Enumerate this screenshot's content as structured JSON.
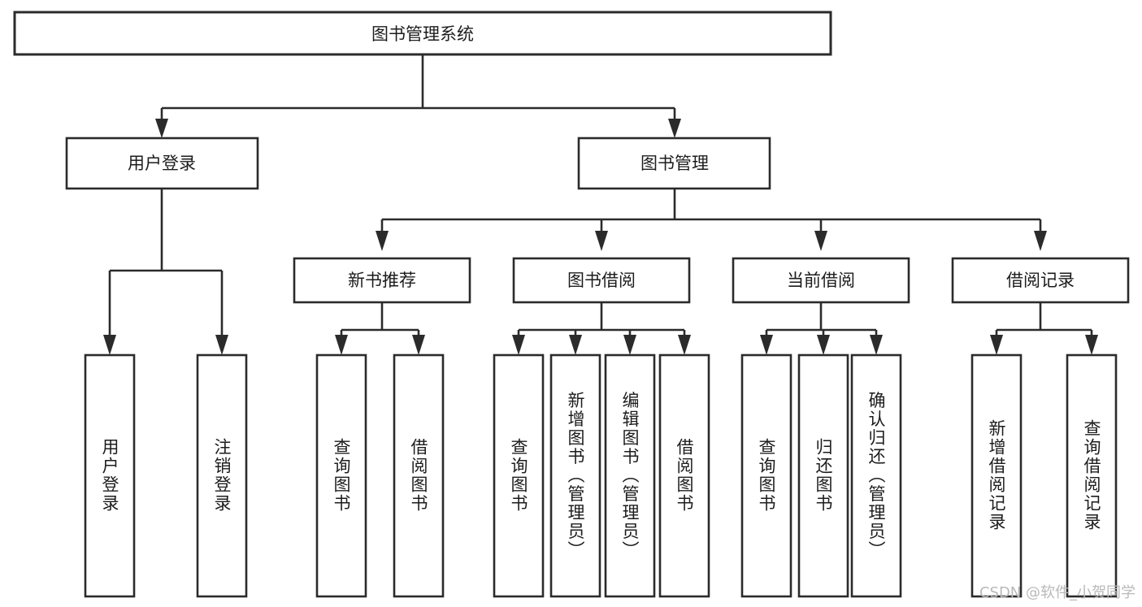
{
  "diagram": {
    "type": "tree",
    "title": "图书管理系统",
    "orientation": "top-down",
    "watermark": "CSDN @软件_小贺同学",
    "colors": {
      "stroke": "#2b2b2b",
      "fill": "#ffffff",
      "text": "#1c1c1c",
      "watermark": "#b9b9b9",
      "background": "#ffffff"
    },
    "levels": {
      "root": [
        "图书管理系统"
      ],
      "level2": [
        "用户登录",
        "图书管理"
      ],
      "level3": [
        "新书推荐",
        "图书借阅",
        "当前借阅",
        "借阅记录"
      ],
      "leaves": [
        "用户登录",
        "注销登录",
        "查询图书",
        "借阅图书",
        "查询图书",
        "新增图书（管理员）",
        "编辑图书（管理员）",
        "借阅图书",
        "查询图书",
        "归还图书",
        "确认归还（管理员）",
        "新增借阅记录",
        "查询借阅记录"
      ]
    },
    "nodes": {
      "root": {
        "label": "图书管理系统"
      },
      "user_login": {
        "label": "用户登录"
      },
      "book_manage": {
        "label": "图书管理"
      },
      "new_book_rec": {
        "label": "新书推荐"
      },
      "book_borrow": {
        "label": "图书借阅"
      },
      "current_borrow": {
        "label": "当前借阅"
      },
      "borrow_record": {
        "label": "借阅记录"
      },
      "leaf_user_login": {
        "label": "用户登录"
      },
      "leaf_logout": {
        "label": "注销登录"
      },
      "leaf_query_book_a": {
        "label": "查询图书"
      },
      "leaf_borrow_book_a": {
        "label": "借阅图书"
      },
      "leaf_query_book_b": {
        "label": "查询图书"
      },
      "leaf_add_book": {
        "label": "新增图书（管理员）"
      },
      "leaf_edit_book": {
        "label": "编辑图书（管理员）"
      },
      "leaf_borrow_book_b": {
        "label": "借阅图书"
      },
      "leaf_query_book_c": {
        "label": "查询图书"
      },
      "leaf_return_book": {
        "label": "归还图书"
      },
      "leaf_confirm_return": {
        "label": "确认归还（管理员）"
      },
      "leaf_add_record": {
        "label": "新增借阅记录"
      },
      "leaf_query_record": {
        "label": "查询借阅记录"
      }
    },
    "edges": [
      {
        "from": "图书管理系统",
        "to": "用户登录"
      },
      {
        "from": "图书管理系统",
        "to": "图书管理"
      },
      {
        "from": "用户登录",
        "to": "用户登录"
      },
      {
        "from": "用户登录",
        "to": "注销登录"
      },
      {
        "from": "图书管理",
        "to": "新书推荐"
      },
      {
        "from": "图书管理",
        "to": "图书借阅"
      },
      {
        "from": "图书管理",
        "to": "当前借阅"
      },
      {
        "from": "图书管理",
        "to": "借阅记录"
      },
      {
        "from": "新书推荐",
        "to": "查询图书"
      },
      {
        "from": "新书推荐",
        "to": "借阅图书"
      },
      {
        "from": "图书借阅",
        "to": "查询图书"
      },
      {
        "from": "图书借阅",
        "to": "新增图书（管理员）"
      },
      {
        "from": "图书借阅",
        "to": "编辑图书（管理员）"
      },
      {
        "from": "图书借阅",
        "to": "借阅图书"
      },
      {
        "from": "当前借阅",
        "to": "查询图书"
      },
      {
        "from": "当前借阅",
        "to": "归还图书"
      },
      {
        "from": "当前借阅",
        "to": "确认归还（管理员）"
      },
      {
        "from": "借阅记录",
        "to": "新增借阅记录"
      },
      {
        "from": "借阅记录",
        "to": "查询借阅记录"
      }
    ]
  }
}
